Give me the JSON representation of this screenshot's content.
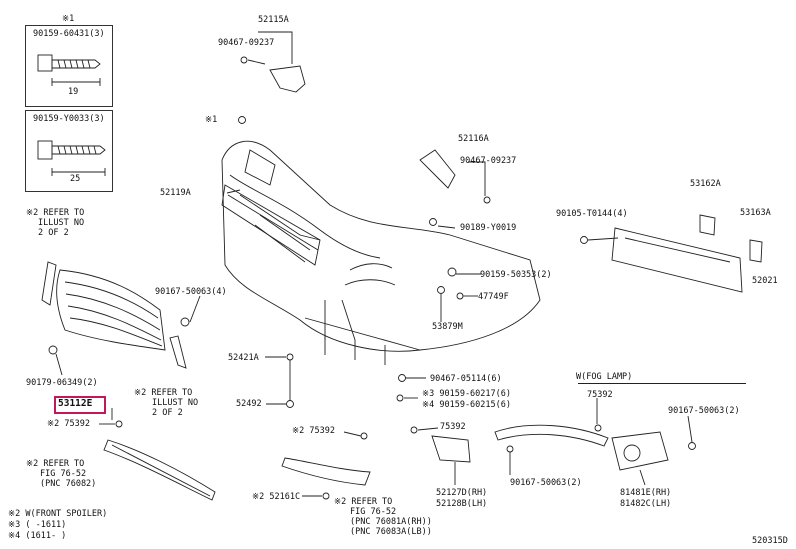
{
  "inset": {
    "note_mark": "※1",
    "bolt1_pn": "90159-60431(3)",
    "bolt1_len": "19",
    "bolt2_pn": "90159-Y0033(3)",
    "bolt2_len": "25"
  },
  "labels": {
    "p52115A": "52115A",
    "p90467_09237a": "90467-09237",
    "p52116A": "52116A",
    "p90467_09237b": "90467-09237",
    "star1": "※1",
    "p52119A": "52119A",
    "p90189_Y0019": "90189-Y0019",
    "p90105": "90105-T0144(4)",
    "p53162A": "53162A",
    "p53163A": "53163A",
    "p52021": "52021",
    "ref1_l1": "※2 REFER TO",
    "ref1_l2": "ILLUST NO",
    "ref1_l3": "2 OF 2",
    "p90167_50063a": "90167-50063(4)",
    "p90159_50353": "90159-50353(2)",
    "p47749F": "47749F",
    "p53879M": "53879M",
    "p90179_06349": "90179-06349(2)",
    "p52421A": "52421A",
    "p90467_05114": "90467-05114(6)",
    "p3_90159": "※3 90159-60217(6)",
    "p4_90159": "※4 90159-60215(6)",
    "p53112E": "53112E",
    "ref2_l1": "※2 REFER TO",
    "ref2_l2": "ILLUST NO",
    "ref2_l3": "2 OF 2",
    "p52492": "52492",
    "wfog": "W(FOG LAMP)",
    "p75392a": "75392",
    "p90167_50063b": "90167-50063(2)",
    "p2_75392": "※2 75392",
    "p2_75392b": "※2 75392",
    "p75392c": "75392",
    "ref3_l1": "※2 REFER TO",
    "ref3_l2": "FIG 76-52",
    "ref3_l3": "(PNC 76082)",
    "p90167_50063c": "90167-50063(2)",
    "p52127D": "52127D(RH)",
    "p52128B": "52128B(LH)",
    "p81481E": "81481E(RH)",
    "p81482C": "81482C(LH)",
    "p2_52161C": "※2 52161C",
    "ref4_l1": "※2 REFER TO",
    "ref4_l2": "FIG 76-52",
    "ref4_l3": "(PNC 76081A(RH))",
    "ref4_l4": "(PNC 76083A(LB))",
    "foot1": "※2 W(FRONT SPOILER)",
    "foot2": "※3 (    -1611)",
    "foot3": "※4 (1611-    )",
    "diagram_id": "520315D"
  },
  "colors": {
    "line": "#222222",
    "highlight": "#c2185b"
  }
}
